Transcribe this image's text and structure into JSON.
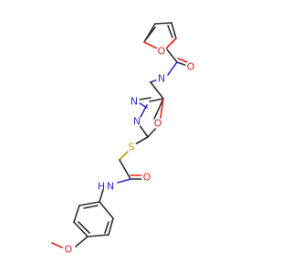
{
  "molecule": {
    "atoms": {
      "o_furan": "O",
      "o_amide1": "O",
      "n_amide1": "N",
      "n_ring1": "N",
      "n_ring2": "N",
      "o_oxadiazole": "O",
      "s_thio": "S",
      "o_amide2": "O",
      "n_amide2": "N",
      "h_amide2": "H",
      "o_methoxy": "O"
    }
  },
  "colors": {
    "carbon_bond": "#2e2e2e",
    "oxygen": "#e0231c",
    "nitrogen": "#3030d0",
    "sulfur": "#b9a000"
  }
}
